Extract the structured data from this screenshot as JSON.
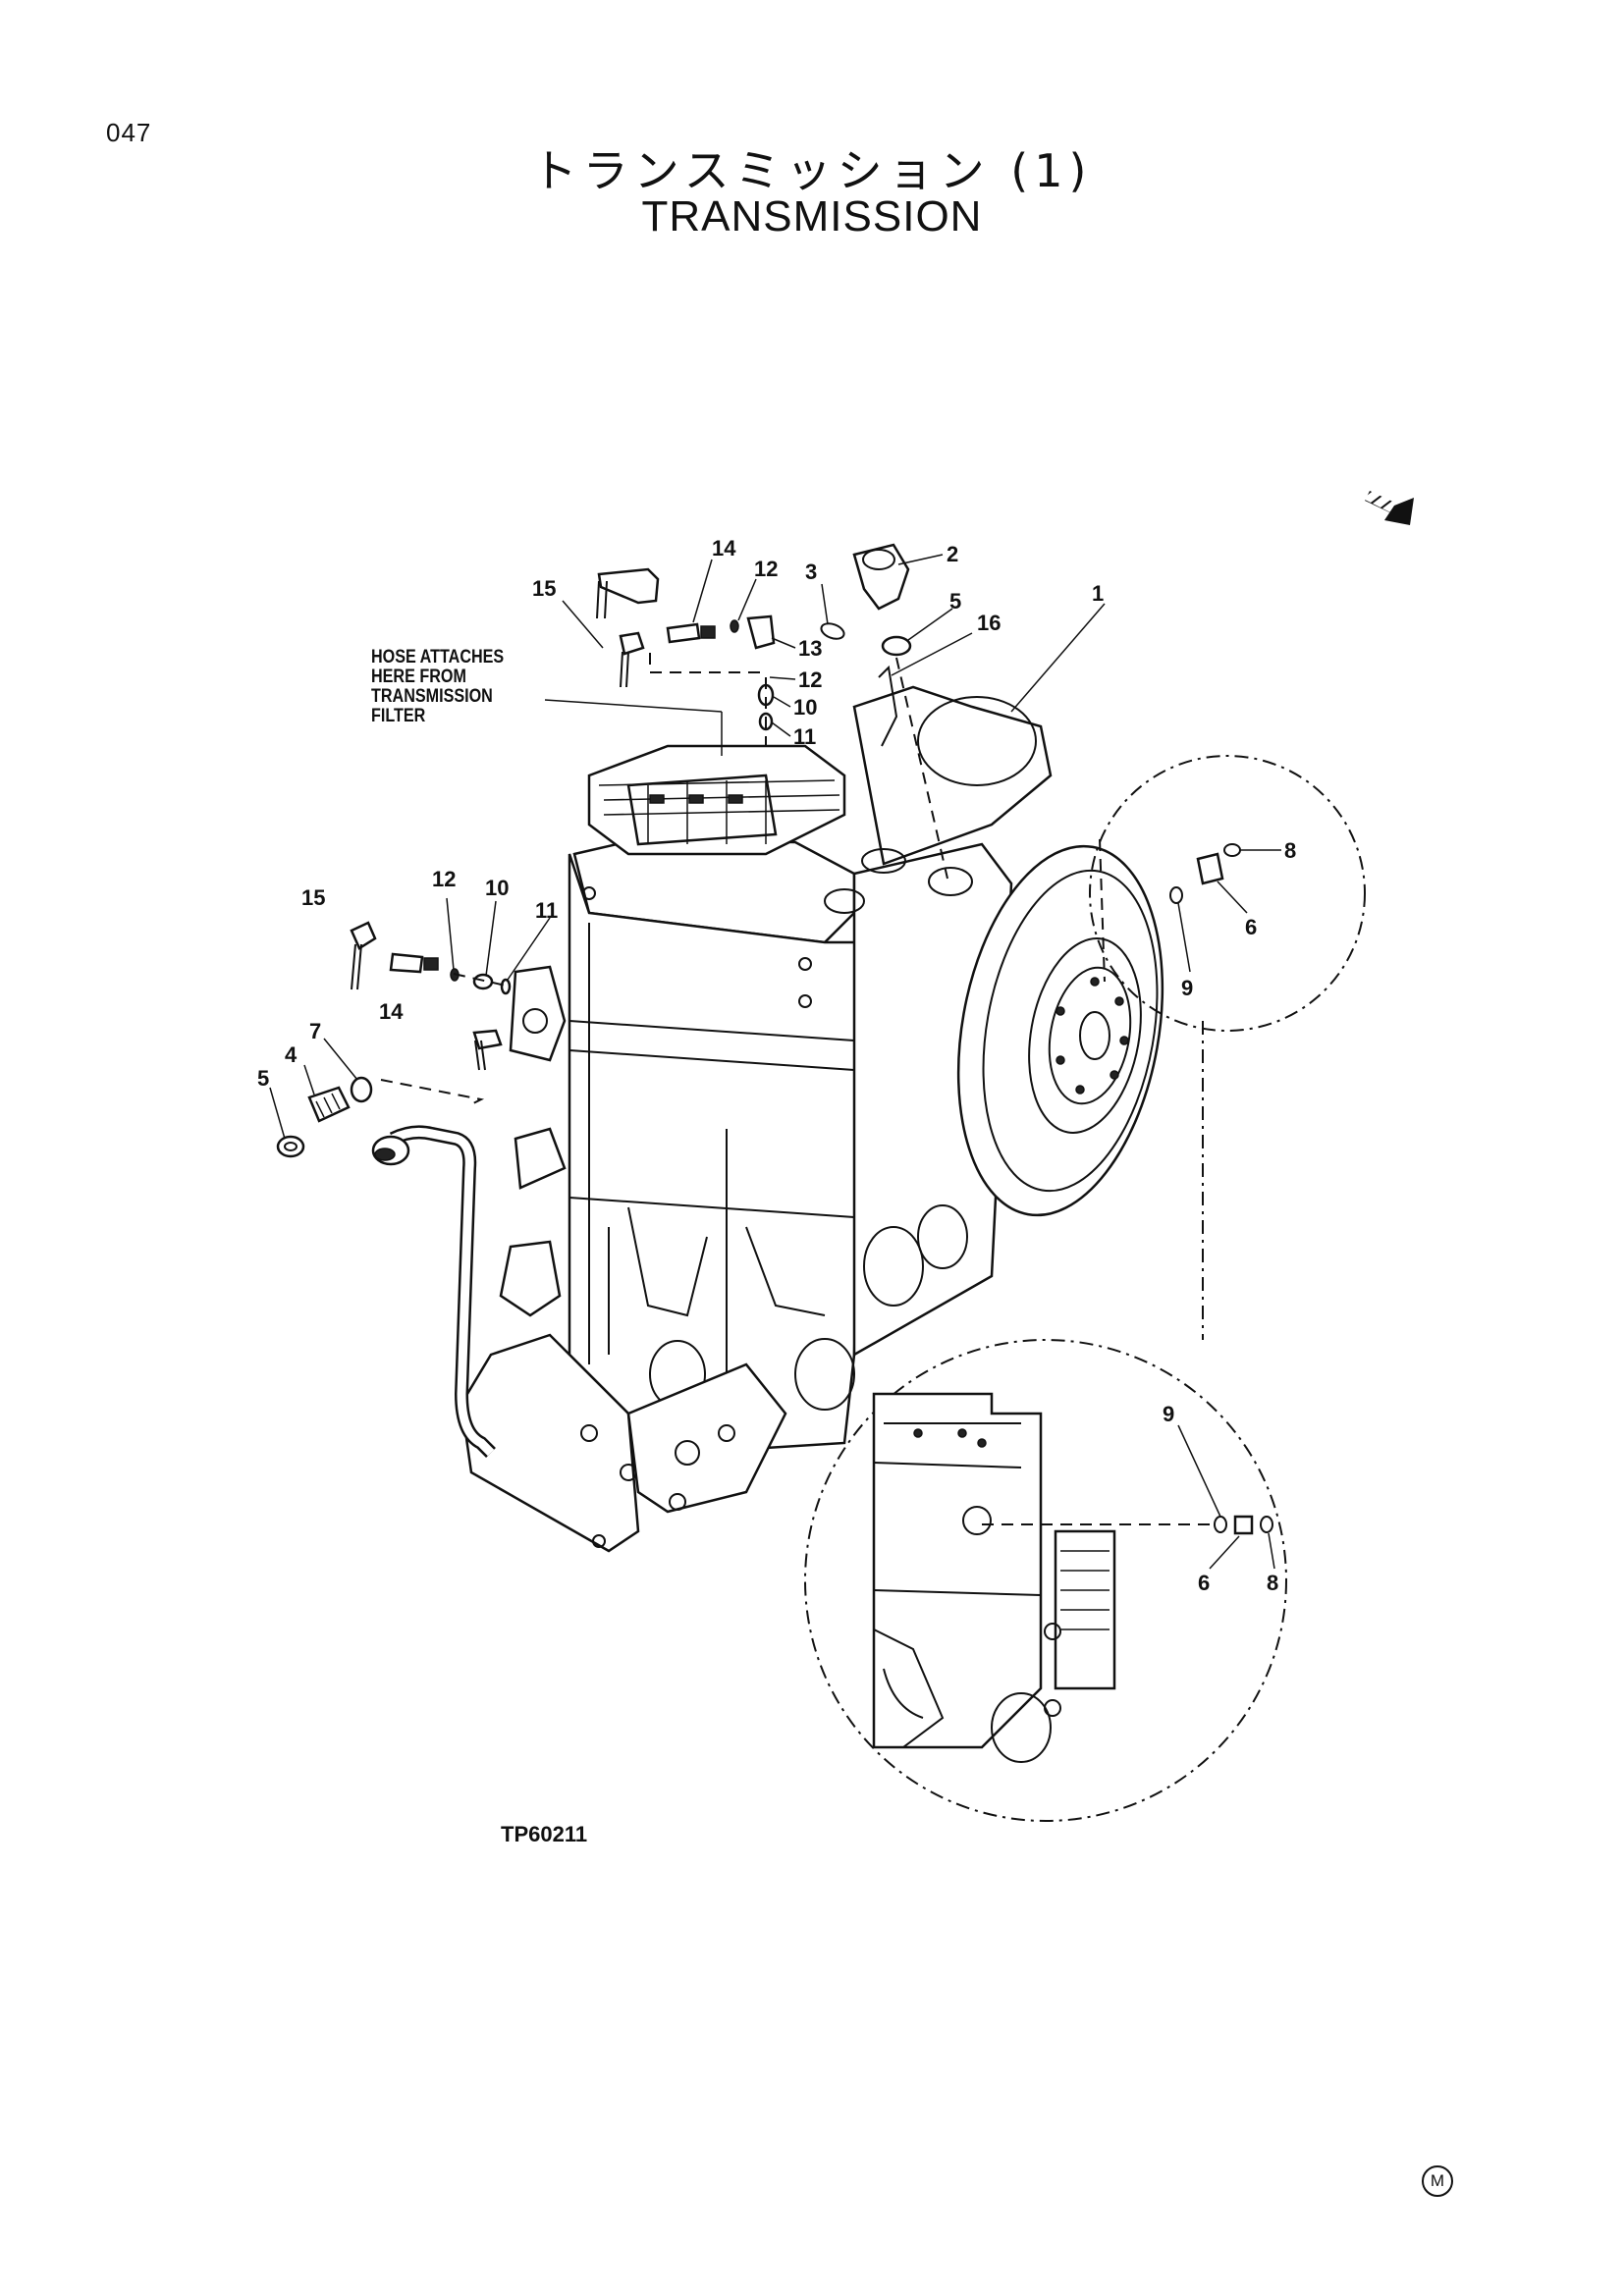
{
  "page_number": "047",
  "title_japanese": "トランスミッション (1)",
  "title_english": "TRANSMISSION",
  "note_lines": [
    "HOSE ATTACHES",
    "HERE FROM",
    "TRANSMISSION",
    "FILTER"
  ],
  "figure_code": "TP60211",
  "corner_mark": "M",
  "callouts": [
    {
      "id": "c14a",
      "label": "14"
    },
    {
      "id": "c12a",
      "label": "12"
    },
    {
      "id": "c3",
      "label": "3"
    },
    {
      "id": "c2",
      "label": "2"
    },
    {
      "id": "c1",
      "label": "1"
    },
    {
      "id": "c15a",
      "label": "15"
    },
    {
      "id": "c5a",
      "label": "5"
    },
    {
      "id": "c16",
      "label": "16"
    },
    {
      "id": "c13",
      "label": "13"
    },
    {
      "id": "c12b",
      "label": "12"
    },
    {
      "id": "c10a",
      "label": "10"
    },
    {
      "id": "c11a",
      "label": "11"
    },
    {
      "id": "c8a",
      "label": "8"
    },
    {
      "id": "c6a",
      "label": "6"
    },
    {
      "id": "c9a",
      "label": "9"
    },
    {
      "id": "c12c",
      "label": "12"
    },
    {
      "id": "c10b",
      "label": "10"
    },
    {
      "id": "c15b",
      "label": "15"
    },
    {
      "id": "c11b",
      "label": "11"
    },
    {
      "id": "c14b",
      "label": "14"
    },
    {
      "id": "c7",
      "label": "7"
    },
    {
      "id": "c4",
      "label": "4"
    },
    {
      "id": "c5b",
      "label": "5"
    },
    {
      "id": "c9b",
      "label": "9"
    },
    {
      "id": "c6b",
      "label": "6"
    },
    {
      "id": "c8b",
      "label": "8"
    }
  ]
}
